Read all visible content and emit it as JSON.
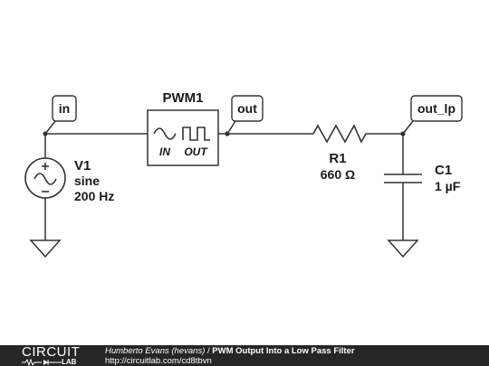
{
  "schematic": {
    "source": {
      "name": "V1",
      "type": "sine",
      "frequency": "200 Hz"
    },
    "pwm": {
      "name": "PWM1",
      "in_label": "IN",
      "out_label": "OUT"
    },
    "resistor": {
      "name": "R1",
      "value": "660 Ω"
    },
    "capacitor": {
      "name": "C1",
      "value": "1 µF"
    },
    "nets": {
      "in": "in",
      "out": "out",
      "out_lp": "out_lp"
    }
  },
  "footer": {
    "logo_top": "CIRCUIT",
    "logo_bottom": "LAB",
    "author": "Humberto Evans (hevans)",
    "separator": " / ",
    "title": "PWM Output Into a Low Pass Filter",
    "url": "http://circuitlab.com/cd8tbvn"
  }
}
